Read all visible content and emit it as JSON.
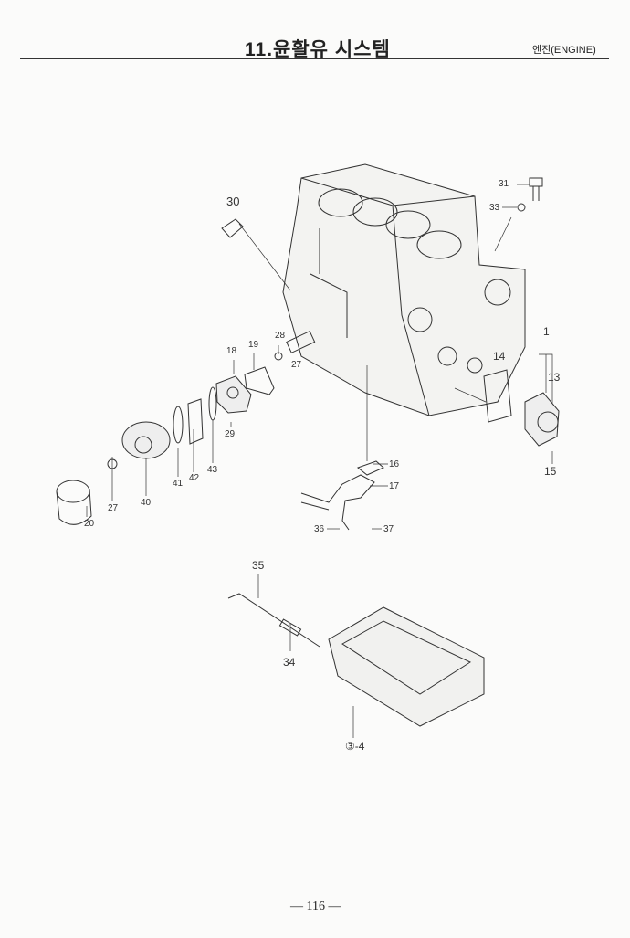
{
  "header": {
    "title": "11.윤활유 시스템",
    "section": "엔진(ENGINE)"
  },
  "callouts": {
    "c30": "30",
    "c31": "31",
    "c33": "33",
    "c1": "1",
    "c13": "13",
    "c14": "14",
    "c15": "15",
    "c16": "16",
    "c17": "17",
    "c36": "36",
    "c37": "37",
    "c28": "28",
    "c27a": "27",
    "c19": "19",
    "c18": "18",
    "c29": "29",
    "c41": "41",
    "c42": "42",
    "c43": "43",
    "c40": "40",
    "c27b": "27",
    "c20": "20",
    "c35": "35",
    "c34": "34",
    "c3_4": "③-4"
  },
  "footer": {
    "page": "— 116 —"
  }
}
